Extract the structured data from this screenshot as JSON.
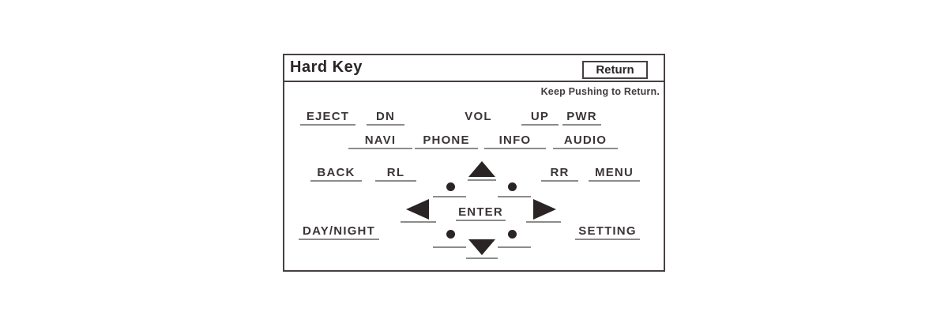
{
  "panel": {
    "title": "Hard Key",
    "return_button": "Return",
    "hint": "Keep Pushing to Return.",
    "keys": {
      "eject": "EJECT",
      "dn": "DN",
      "vol": "VOL",
      "up": "UP",
      "pwr": "PWR",
      "navi": "NAVI",
      "phone": "PHONE",
      "info": "INFO",
      "audio": "AUDIO",
      "back": "BACK",
      "rl": "RL",
      "rr": "RR",
      "menu": "MENU",
      "day_night": "DAY/NIGHT",
      "setting": "SETTING",
      "enter": "ENTER"
    },
    "icons": {
      "cursor_up": "filled-triangle-up",
      "cursor_down": "filled-triangle-down",
      "cursor_left": "filled-triangle-left",
      "cursor_right": "filled-triangle-right",
      "diagonal_markers": "dot"
    },
    "colors": {
      "ink": "#3b3536",
      "title_ink": "#2b2526",
      "underline": "#8c8c8c",
      "border": "#474041",
      "background": "#ffffff"
    }
  }
}
